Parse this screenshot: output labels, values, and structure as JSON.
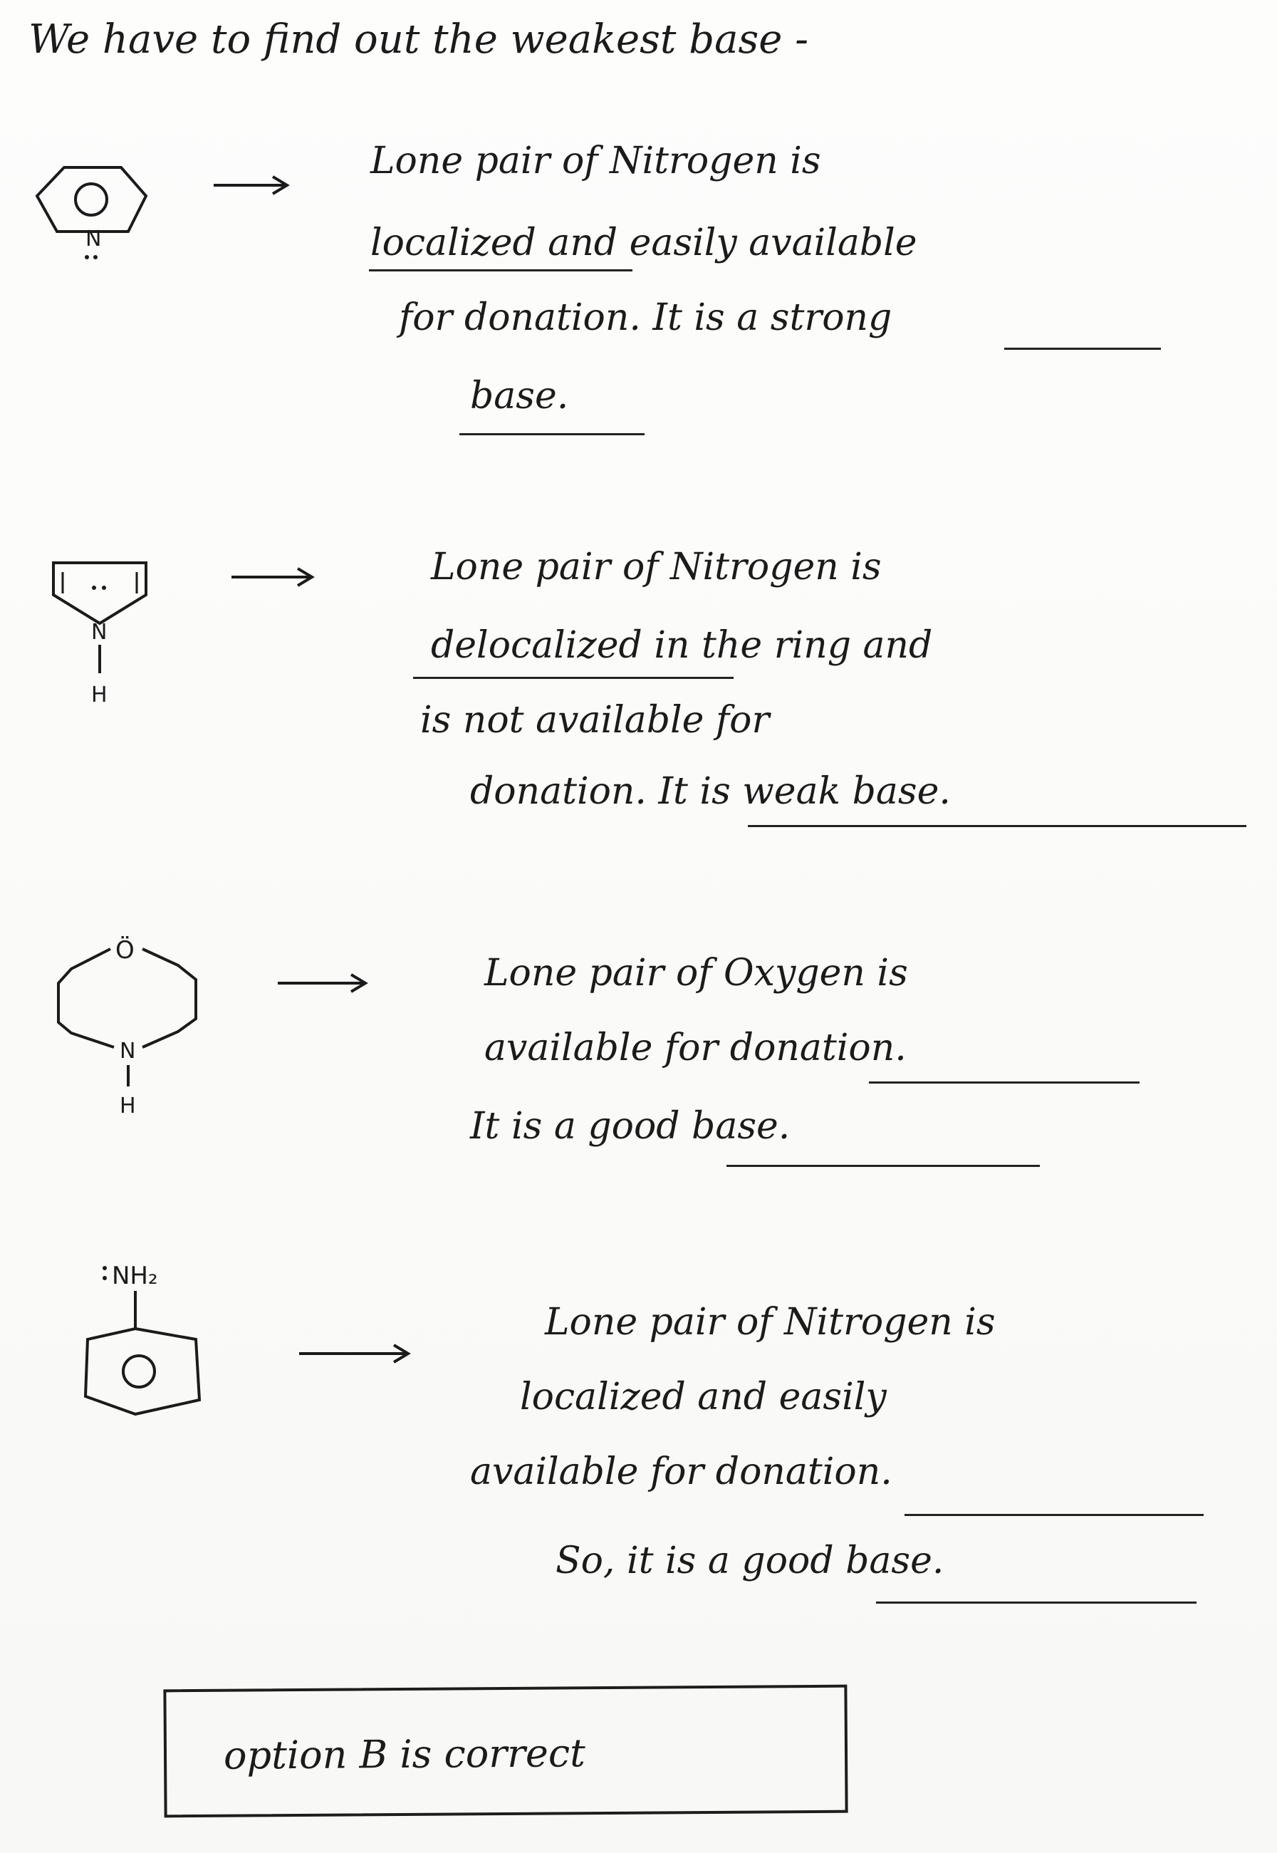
{
  "heading": "We have to find out the weakest base -",
  "entries": [
    {
      "molecule": "pyridine",
      "lines": [
        "Lone pair of Nitrogen is",
        "localized and easily available",
        "for donation. It is a strong",
        "base."
      ]
    },
    {
      "molecule": "pyrrole",
      "atom_label_h": "H",
      "lines": [
        "Lone pair of Nitrogen is",
        "delocalized in the ring and",
        "is not available for",
        "donation. It is weak base."
      ]
    },
    {
      "molecule": "morpholine",
      "atom_label_o": "Ö",
      "atom_label_h": "H",
      "lines": [
        "Lone pair of Oxygen is",
        "available for donation.",
        "It is a good base."
      ]
    },
    {
      "molecule": "aniline",
      "substituent_label": "NH₂",
      "lines": [
        "Lone pair of Nitrogen is",
        "localized and easily",
        "available for donation.",
        "So, it is a good base."
      ]
    }
  ],
  "conclusion": "option B is correct",
  "colors": {
    "ink": "#1b1b1b",
    "paper": "#fbfbfa"
  }
}
